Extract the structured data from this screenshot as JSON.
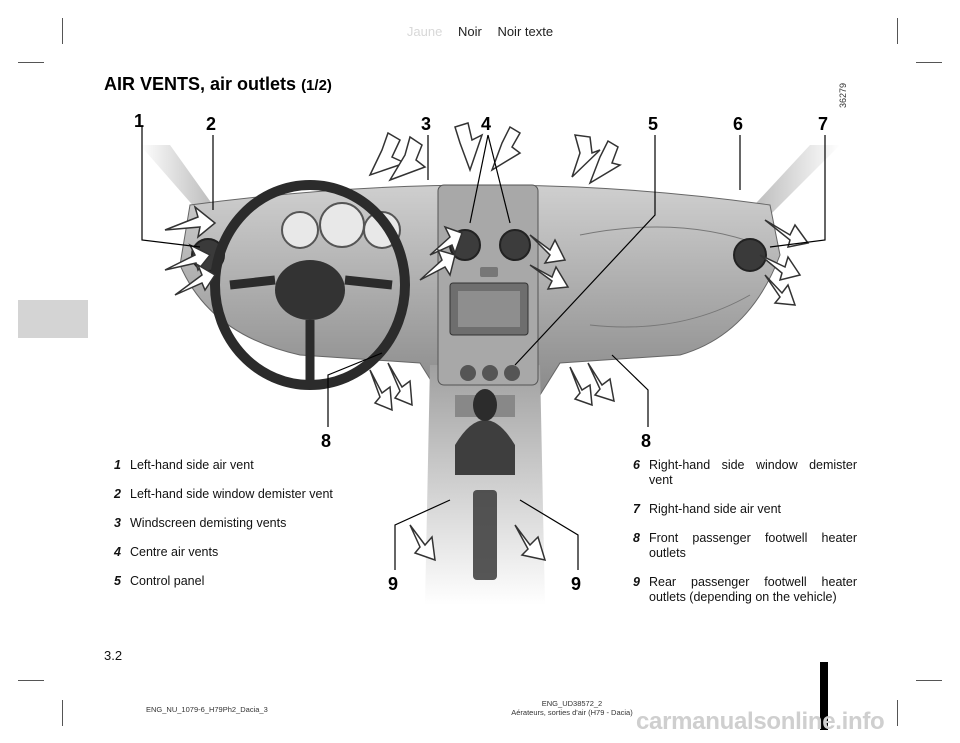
{
  "header": {
    "jaune": "Jaune",
    "noir": "Noir",
    "noir_texte": "Noir texte"
  },
  "title": {
    "main": "AIR VENTS, air outlets",
    "part": "(1/2)"
  },
  "figure": {
    "code": "36279",
    "callouts": [
      "1",
      "2",
      "3",
      "4",
      "5",
      "6",
      "7",
      "8",
      "8",
      "9",
      "9"
    ]
  },
  "legend_left": [
    {
      "num": "1",
      "text": "Left-hand side air vent"
    },
    {
      "num": "2",
      "text": "Left-hand side window demister vent"
    },
    {
      "num": "3",
      "text": "Windscreen demisting vents"
    },
    {
      "num": "4",
      "text": "Centre air vents"
    },
    {
      "num": "5",
      "text": "Control panel"
    }
  ],
  "legend_right": [
    {
      "num": "6",
      "text": "Right-hand side window demister vent"
    },
    {
      "num": "7",
      "text": "Right-hand side air vent"
    },
    {
      "num": "8",
      "text": "Front passenger footwell heater outlets"
    },
    {
      "num": "9",
      "text": "Rear passenger footwell heater outlets (depending on the vehicle)"
    }
  ],
  "page_number": "3.2",
  "footer": {
    "left": "ENG_NU_1079-6_H79Ph2_Dacia_3",
    "mid_line1": "ENG_UD38572_2",
    "mid_line2": "Aérateurs, sorties d'air (H79 - Dacia)"
  },
  "watermark": "carmanualsonline.info"
}
